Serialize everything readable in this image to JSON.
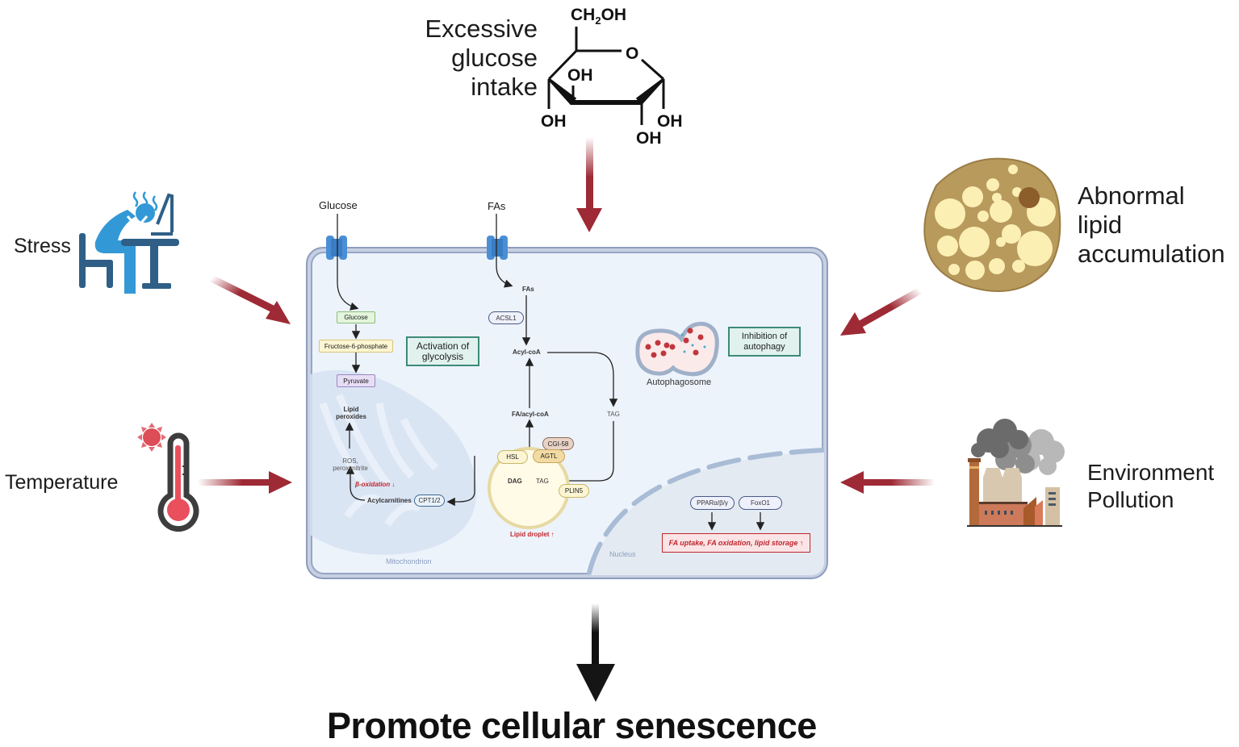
{
  "factors": {
    "glucose": {
      "label_lines": [
        "Excessive",
        "glucose",
        "intake"
      ],
      "icon": "glucose-molecule-icon",
      "chem": {
        "ch2oh": "CH",
        "ch2oh_sub": "2",
        "ch2oh_tail": "OH",
        "o": "O",
        "oh": "OH"
      }
    },
    "stress": {
      "label": "Stress",
      "icon": "stressed-person-at-desk-icon"
    },
    "temperature": {
      "label": "Temperature",
      "icon": "thermometer-sun-icon"
    },
    "lipid": {
      "label_lines": [
        "Abnormal",
        "lipid",
        "accumulation"
      ],
      "icon": "adipocyte-cell-icon"
    },
    "pollution": {
      "label_lines": [
        "Environment",
        "Pollution"
      ],
      "icon": "factory-smoke-icon"
    }
  },
  "cell": {
    "inputs": {
      "glucose": "Glucose",
      "fas": "FAs"
    },
    "glycolysis": {
      "steps": [
        "Glucose",
        "Fructose-6-phosphate",
        "Pyruvate"
      ],
      "label_lines": [
        "Activation of",
        "glycolysis"
      ]
    },
    "mitochondrion": {
      "label": "Mitochondrion",
      "lipid_peroxides": [
        "Lipid",
        "peroxides"
      ],
      "ros": [
        "ROS,",
        "peroxynitrite"
      ],
      "beta_oxidation": "β-oxidation ↓",
      "acylcarnitines": "Acylcarnitines",
      "cpt": "CPT1/2"
    },
    "lipid_path": {
      "fas": "FAs",
      "acsl1": "ACSL1",
      "acyl_coa": "Acyl-coA",
      "fa_acyl_coa": "FA/acyl-coA",
      "tag_right": "TAG"
    },
    "lipid_droplet": {
      "hsl": "HSL",
      "agtl": "AGTL",
      "cgi58": "CGI-58",
      "dag": "DAG",
      "tag": "TAG",
      "plin5": "PLIN5",
      "label": "Lipid droplet ↑"
    },
    "autophagy": {
      "label": "Autophagosome",
      "box_lines": [
        "Inhibition of",
        "autophagy"
      ]
    },
    "nucleus": {
      "label": "Nucleus",
      "ppar": "PPARα/β/γ",
      "foxo1": "FoxO1",
      "effect": "FA uptake, FA oxidation, lipid storage ↑"
    }
  },
  "outcome": {
    "label": "Promote cellular senescence"
  },
  "colors": {
    "arrow_red": "#9e2a35",
    "cell_fill": "#edf3fb",
    "cell_border": "#97a6c4",
    "channel_blue": "#4a90d9",
    "green_box": "#3d8a78",
    "red_text": "#c0262d",
    "droplet": "#fffbe6",
    "droplet_border": "#e6d9a2"
  }
}
